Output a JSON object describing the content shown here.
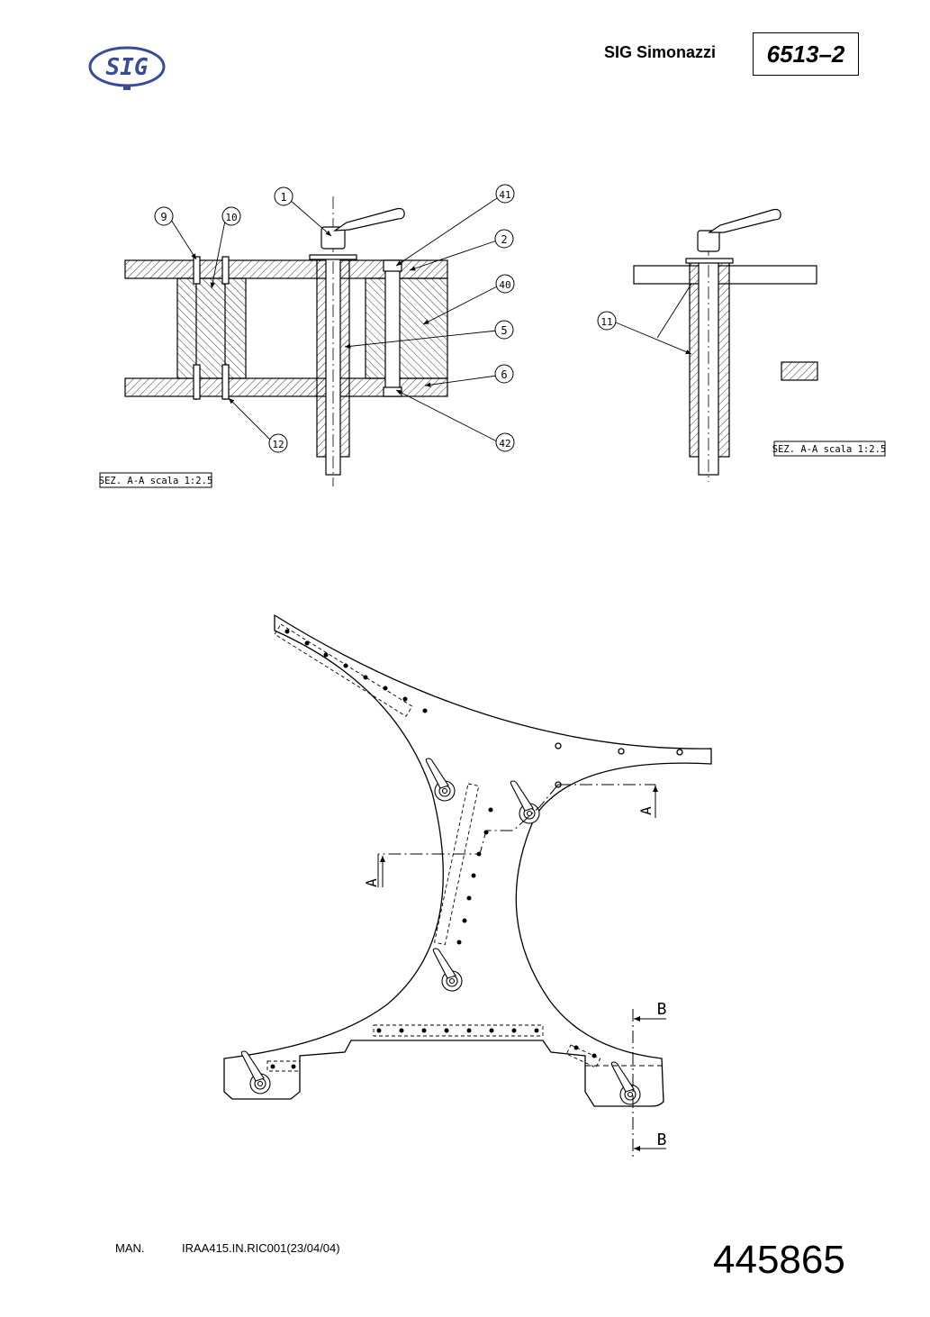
{
  "header": {
    "logo_text": "SIG",
    "logo_color": "#3a4a9a",
    "company": "SIG Simonazzi",
    "doc_code": "6513–2"
  },
  "drawing": {
    "callouts": [
      "1",
      "9",
      "10",
      "41",
      "2",
      "40",
      "5",
      "6",
      "12",
      "42",
      "11"
    ],
    "section_labels": {
      "left": "SEZ. A-A scala 1:2.5",
      "right": "SEZ. A-A scala 1:2.5"
    },
    "view_markers": {
      "a_right": "A",
      "a_left": "A",
      "b_top": "B",
      "b_bottom": "B"
    }
  },
  "footer": {
    "label": "MAN.",
    "code": "IRAA415.IN.RIC001(23/04/04)",
    "number": "445865"
  }
}
